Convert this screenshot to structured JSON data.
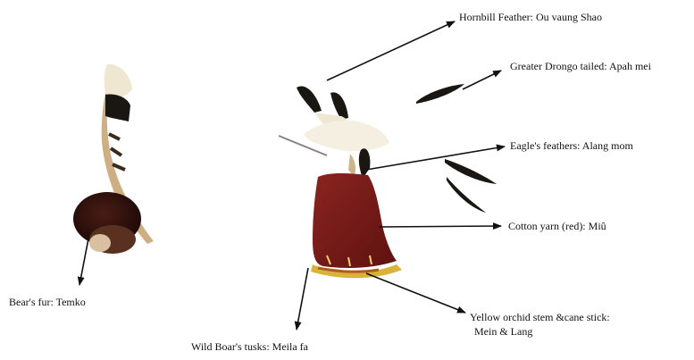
{
  "labels": {
    "hornbill": "Hornbill Feather: Ou vaung Shao",
    "drongo": "Greater Drongo tailed: Apah mei",
    "eagle": "Eagle's feathers: Alang mom",
    "cotton": "Cotton yarn (red): Miû",
    "orchid_line1": "Yellow orchid stem &cane stick:",
    "orchid_line2": "Mein & Lang",
    "boar": "Wild Boar's tusks: Meila  fa",
    "bear": "Bear's fur: Temko"
  },
  "colors": {
    "background": "#ffffff",
    "arrow": "#111111",
    "red_yarn": "#7a1a16",
    "bear_fur": "#2b0f0c",
    "yellow_orchid": "#d9b338",
    "feather_dark": "#1a1612",
    "feather_light": "#efe7d2",
    "fur_brown": "#6b4a2c"
  },
  "icons": [
    "hornbill-feather-icon",
    "drongo-tail-icon",
    "eagle-feather-icon",
    "headgear-icon",
    "bear-fur-icon"
  ]
}
